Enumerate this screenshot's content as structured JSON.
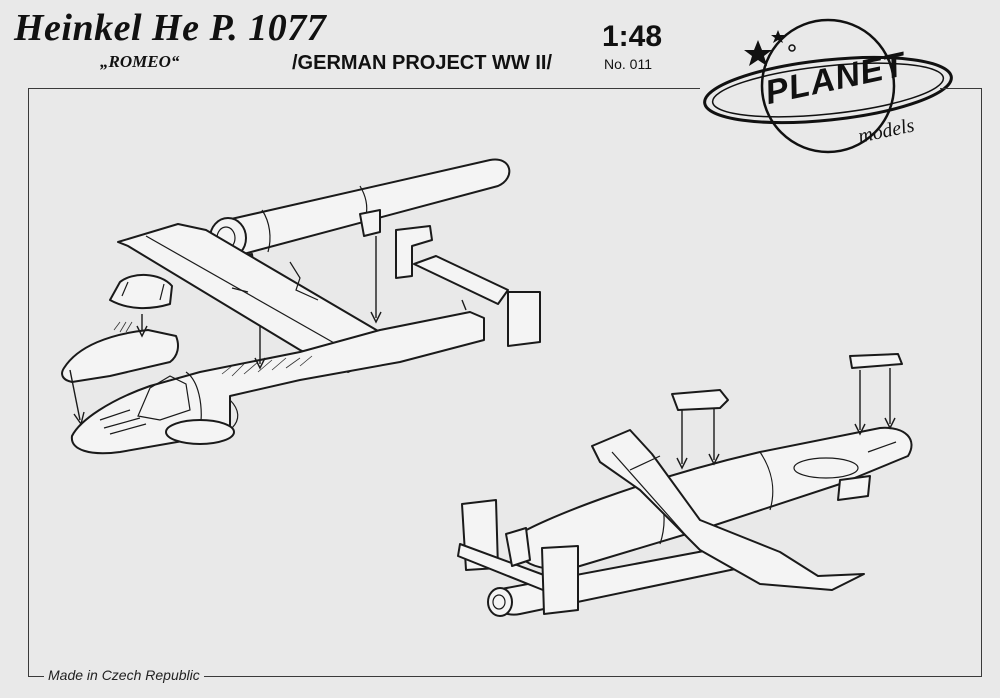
{
  "header": {
    "title": "Heinkel He P. 1077",
    "subtitle": "„ROMEO“",
    "project": "/GERMAN PROJECT WW II/",
    "scale": "1:48",
    "number": "No. 011"
  },
  "logo": {
    "brand": "PLANET",
    "sub": "models",
    "icon": "stars-ringed-planet-icon"
  },
  "footer": {
    "origin": "Made in Czech Republic"
  },
  "illustrations": [
    {
      "name": "exploded-assembly-view",
      "icon": "aircraft-exploded-icon"
    },
    {
      "name": "assembled-underside-view",
      "icon": "aircraft-assembled-icon"
    }
  ]
}
